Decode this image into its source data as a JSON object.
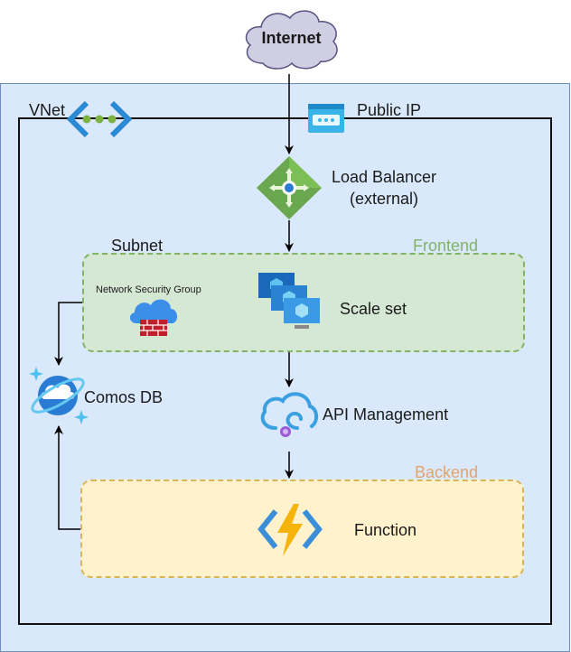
{
  "internet": {
    "label": "Internet"
  },
  "vnet": {
    "label": "VNet"
  },
  "public_ip": {
    "label": "Public IP"
  },
  "load_balancer": {
    "line1": "Load Balancer",
    "line2": "(external)"
  },
  "subnet": {
    "label": "Subnet"
  },
  "frontend": {
    "label": "Frontend"
  },
  "nsg": {
    "label": "Network Security Group"
  },
  "scale_set": {
    "label": "Scale set"
  },
  "cosmos": {
    "label": "Comos DB"
  },
  "apim": {
    "label": "API Management"
  },
  "backend": {
    "label": "Backend"
  },
  "function": {
    "label": "Function"
  },
  "colors": {
    "region_fill": "#dae8fc",
    "frontend_fill": "#d5e8d4",
    "frontend_text": "#82b366",
    "backend_fill": "#fff2cc",
    "backend_text": "#e0a46e",
    "cloud_fill": "#d0cee2"
  },
  "icons": [
    "cloud-icon",
    "vnet-icon",
    "public-ip-icon",
    "load-balancer-icon",
    "nsg-icon",
    "scale-set-icon",
    "cosmos-db-icon",
    "api-management-icon",
    "function-icon"
  ]
}
